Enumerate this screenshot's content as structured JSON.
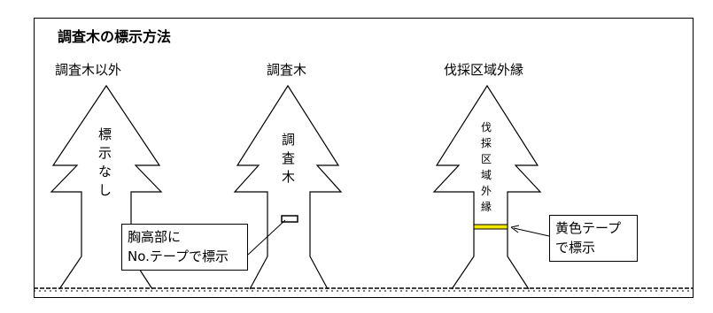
{
  "title": "調査木の標示方法",
  "columns": [
    {
      "label": "調査木以外",
      "trunk_text": [
        "標",
        "示",
        "な",
        "し"
      ]
    },
    {
      "label": "調査木",
      "trunk_text": [
        "調",
        "査",
        "木"
      ]
    },
    {
      "label": "伐採区域外縁",
      "trunk_text": [
        "伐",
        "採",
        "区",
        "域",
        "外",
        "縁"
      ]
    }
  ],
  "callouts": {
    "breast_height": {
      "line1": "胸高部に",
      "line2": "No.テープで標示"
    },
    "yellow_tape": {
      "line1": "黄色テープ",
      "line2": "で標示"
    }
  },
  "colors": {
    "yellow_tape": "#f2e600",
    "line": "#000000"
  }
}
